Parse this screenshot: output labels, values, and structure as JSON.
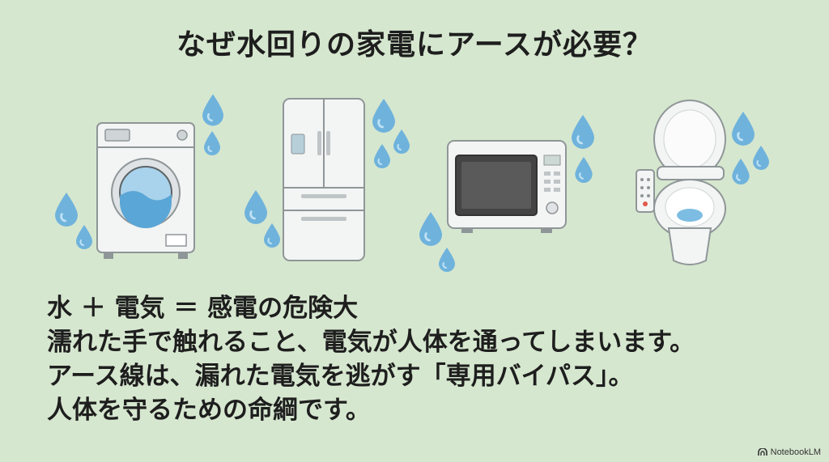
{
  "slide": {
    "title": "なぜ水回りの家電にアースが必要？",
    "equation": "水 ＋ 電気 ＝ 感電の危険大",
    "lines": [
      "濡れた手で触れること、電気が人体を通ってしまいます。",
      "アース線は、漏れた電気を逃がす「専用バイパス」。",
      "人体を守るための命綱です。"
    ]
  },
  "illustrations": {
    "items": [
      {
        "icon": "washing-machine-icon"
      },
      {
        "icon": "refrigerator-icon"
      },
      {
        "icon": "microwave-icon"
      },
      {
        "icon": "toilet-icon"
      }
    ],
    "drop_color": "#6fb3dc"
  },
  "watermark": {
    "text": "NotebookLM"
  },
  "colors": {
    "background": "#d6e7cf",
    "text": "#1e1e1e",
    "appliance": "#f3f4f4",
    "outline": "#8f9698"
  }
}
